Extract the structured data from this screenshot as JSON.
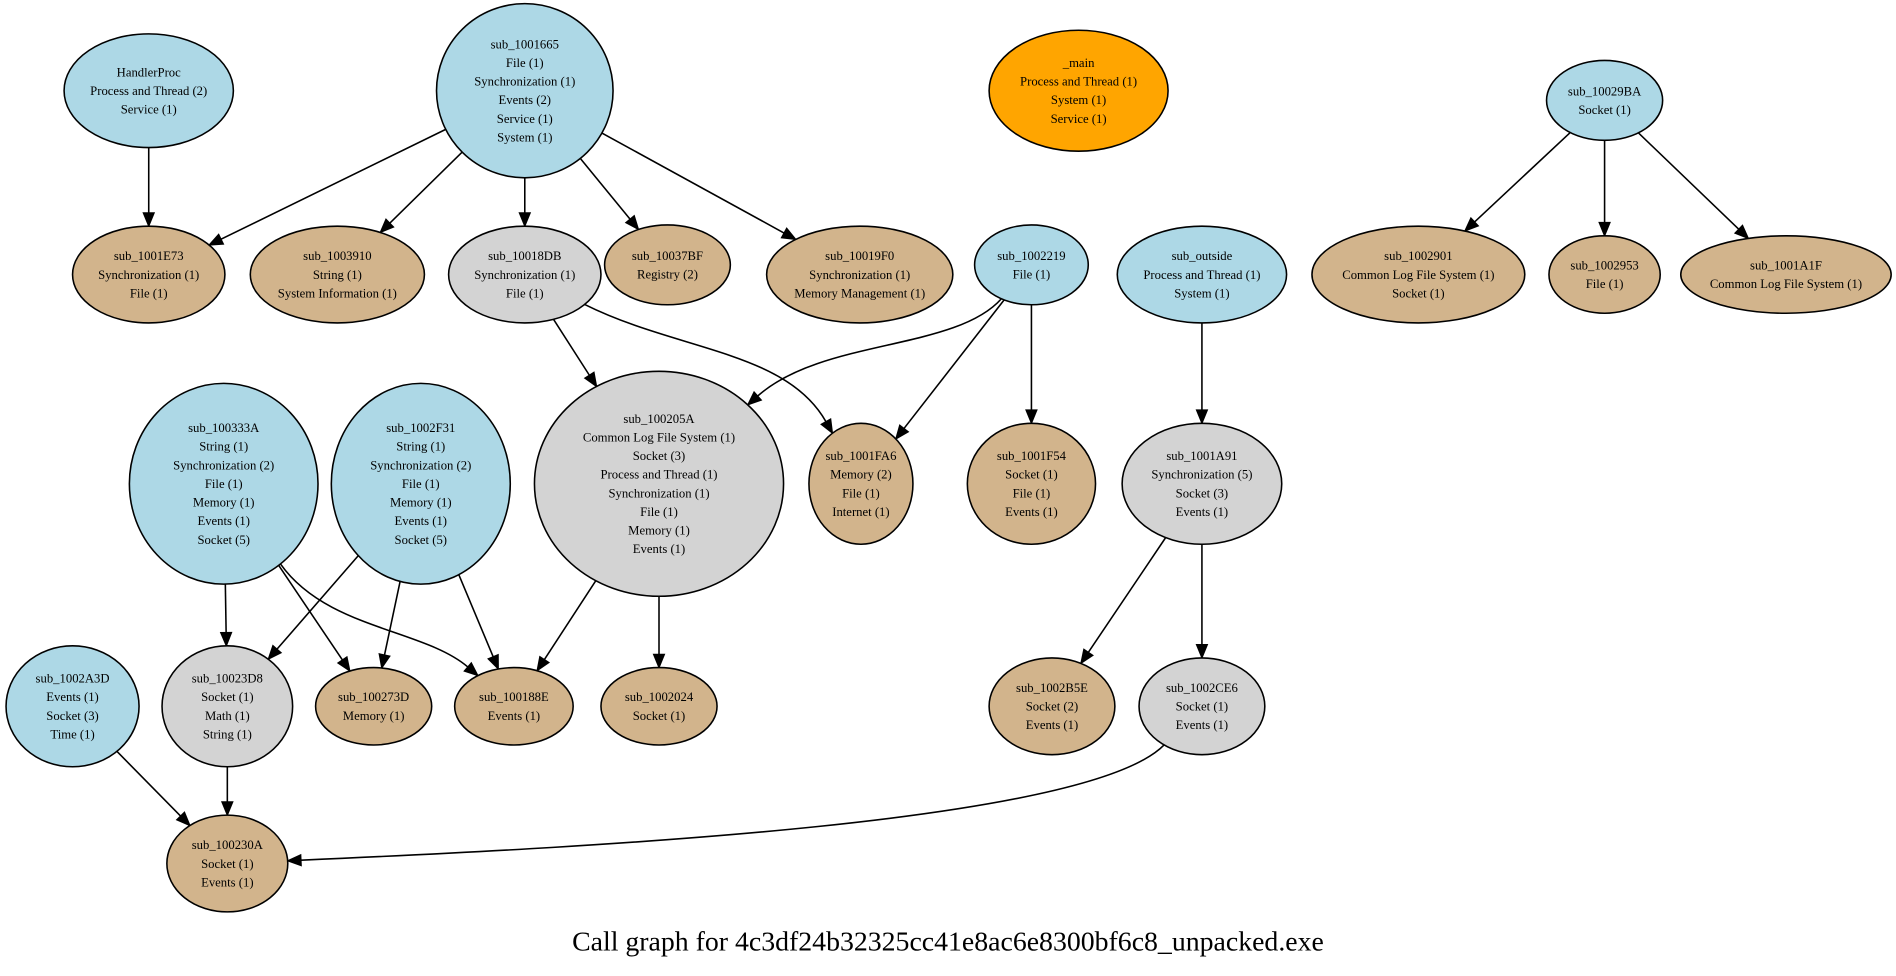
{
  "title": "Call graph for 4c3df24b32325cc41e8ac6e8300bf6c8_unpacked.exe",
  "legend_colors": {
    "entry": "#ffa500",
    "caller": "#add8e6",
    "intermediate": "#d3d3d3",
    "leaf": "#d2b48c"
  },
  "nodes": [
    {
      "id": "HandlerProc",
      "kind": "caller",
      "lines": [
        "Process and Thread (2)",
        "Service (1)"
      ]
    },
    {
      "id": "sub_1001665",
      "kind": "caller",
      "lines": [
        "File (1)",
        "Synchronization (1)",
        "Events (2)",
        "Service (1)",
        "System (1)"
      ]
    },
    {
      "id": "_main",
      "kind": "entry",
      "lines": [
        "Process and Thread (1)",
        "System (1)",
        "Service (1)"
      ]
    },
    {
      "id": "sub_10029BA",
      "kind": "caller",
      "lines": [
        "Socket (1)"
      ]
    },
    {
      "id": "sub_1001E73",
      "kind": "leaf",
      "lines": [
        "Synchronization (1)",
        "File (1)"
      ]
    },
    {
      "id": "sub_1003910",
      "kind": "leaf",
      "lines": [
        "String (1)",
        "System Information (1)"
      ]
    },
    {
      "id": "sub_10018DB",
      "kind": "intermediate",
      "lines": [
        "Synchronization (1)",
        "File (1)"
      ]
    },
    {
      "id": "sub_10037BF",
      "kind": "leaf",
      "lines": [
        "Registry (2)"
      ]
    },
    {
      "id": "sub_10019F0",
      "kind": "leaf",
      "lines": [
        "Synchronization (1)",
        "Memory Management (1)"
      ]
    },
    {
      "id": "sub_1002219",
      "kind": "caller",
      "lines": [
        "File (1)"
      ]
    },
    {
      "id": "sub_outside",
      "kind": "caller",
      "lines": [
        "Process and Thread (1)",
        "System (1)"
      ]
    },
    {
      "id": "sub_1002901",
      "kind": "leaf",
      "lines": [
        "Common Log File System (1)",
        "Socket (1)"
      ]
    },
    {
      "id": "sub_1002953",
      "kind": "leaf",
      "lines": [
        "File (1)"
      ]
    },
    {
      "id": "sub_1001A1F",
      "kind": "leaf",
      "lines": [
        "Common Log File System (1)"
      ]
    },
    {
      "id": "sub_100333A",
      "kind": "caller",
      "lines": [
        "String (1)",
        "Synchronization (2)",
        "File (1)",
        "Memory (1)",
        "Events (1)",
        "Socket (5)"
      ]
    },
    {
      "id": "sub_1002F31",
      "kind": "caller",
      "lines": [
        "String (1)",
        "Synchronization (2)",
        "File (1)",
        "Memory (1)",
        "Events (1)",
        "Socket (5)"
      ]
    },
    {
      "id": "sub_100205A",
      "kind": "intermediate",
      "lines": [
        "Common Log File System (1)",
        "Socket (3)",
        "Process and Thread (1)",
        "Synchronization (1)",
        "File (1)",
        "Memory (1)",
        "Events (1)"
      ]
    },
    {
      "id": "sub_1001FA6",
      "kind": "leaf",
      "lines": [
        "Memory (2)",
        "File (1)",
        "Internet (1)"
      ]
    },
    {
      "id": "sub_1001F54",
      "kind": "leaf",
      "lines": [
        "Socket (1)",
        "File (1)",
        "Events (1)"
      ]
    },
    {
      "id": "sub_1001A91",
      "kind": "intermediate",
      "lines": [
        "Synchronization (5)",
        "Socket (3)",
        "Events (1)"
      ]
    },
    {
      "id": "sub_1002A3D",
      "kind": "caller",
      "lines": [
        "Events (1)",
        "Socket (3)",
        "Time (1)"
      ]
    },
    {
      "id": "sub_10023D8",
      "kind": "intermediate",
      "lines": [
        "Socket (1)",
        "Math (1)",
        "String (1)"
      ]
    },
    {
      "id": "sub_100273D",
      "kind": "leaf",
      "lines": [
        "Memory (1)"
      ]
    },
    {
      "id": "sub_100188E",
      "kind": "leaf",
      "lines": [
        "Events (1)"
      ]
    },
    {
      "id": "sub_1002024",
      "kind": "leaf",
      "lines": [
        "Socket (1)"
      ]
    },
    {
      "id": "sub_1002B5E",
      "kind": "leaf",
      "lines": [
        "Socket (2)",
        "Events (1)"
      ]
    },
    {
      "id": "sub_1002CE6",
      "kind": "intermediate",
      "lines": [
        "Socket (1)",
        "Events (1)"
      ]
    },
    {
      "id": "sub_100230A",
      "kind": "leaf",
      "lines": [
        "Socket (1)",
        "Events (1)"
      ]
    }
  ],
  "edges": [
    {
      "from": "HandlerProc",
      "to": "sub_1001E73"
    },
    {
      "from": "sub_1001665",
      "to": "sub_1001E73"
    },
    {
      "from": "sub_1001665",
      "to": "sub_1003910"
    },
    {
      "from": "sub_1001665",
      "to": "sub_10018DB"
    },
    {
      "from": "sub_1001665",
      "to": "sub_10037BF"
    },
    {
      "from": "sub_1001665",
      "to": "sub_10019F0"
    },
    {
      "from": "sub_10029BA",
      "to": "sub_1002901"
    },
    {
      "from": "sub_10029BA",
      "to": "sub_1002953"
    },
    {
      "from": "sub_10029BA",
      "to": "sub_1001A1F"
    },
    {
      "from": "sub_10018DB",
      "to": "sub_100205A"
    },
    {
      "from": "sub_10018DB",
      "to": "sub_1001FA6"
    },
    {
      "from": "sub_1002219",
      "to": "sub_100205A"
    },
    {
      "from": "sub_1002219",
      "to": "sub_1001FA6"
    },
    {
      "from": "sub_1002219",
      "to": "sub_1001F54"
    },
    {
      "from": "sub_outside",
      "to": "sub_1001A91"
    },
    {
      "from": "sub_100333A",
      "to": "sub_10023D8"
    },
    {
      "from": "sub_100333A",
      "to": "sub_100273D"
    },
    {
      "from": "sub_100333A",
      "to": "sub_100188E"
    },
    {
      "from": "sub_1002F31",
      "to": "sub_10023D8"
    },
    {
      "from": "sub_1002F31",
      "to": "sub_100273D"
    },
    {
      "from": "sub_1002F31",
      "to": "sub_100188E"
    },
    {
      "from": "sub_100205A",
      "to": "sub_100188E"
    },
    {
      "from": "sub_100205A",
      "to": "sub_1002024"
    },
    {
      "from": "sub_1001A91",
      "to": "sub_1002B5E"
    },
    {
      "from": "sub_1001A91",
      "to": "sub_1002CE6"
    },
    {
      "from": "sub_1002A3D",
      "to": "sub_100230A"
    },
    {
      "from": "sub_10023D8",
      "to": "sub_100230A"
    },
    {
      "from": "sub_1002CE6",
      "to": "sub_100230A"
    }
  ]
}
